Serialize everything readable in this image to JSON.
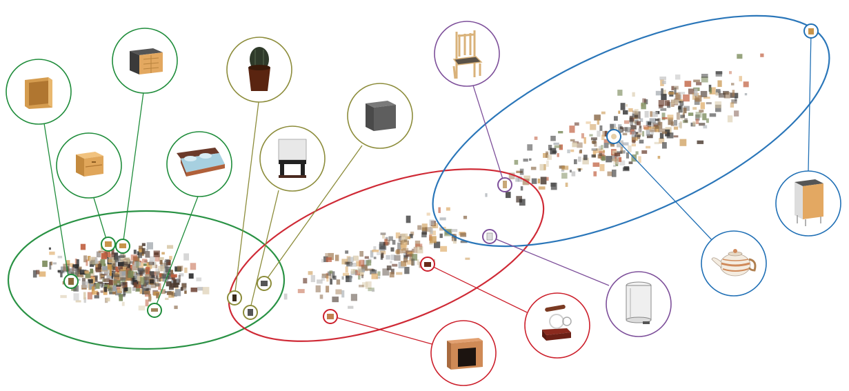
{
  "diagram": {
    "type": "embedding-scatter-with-callouts",
    "clusters": [
      {
        "name": "green",
        "color": "#1e8c3a"
      },
      {
        "name": "red",
        "color": "#cc1f2b"
      },
      {
        "name": "blue",
        "color": "#1f6fb5"
      }
    ],
    "callout_colors": {
      "green": "#1e8c3a",
      "olive": "#8c8c3a",
      "red": "#cc1f2b",
      "purple": "#7d4f9a",
      "blue": "#1f6fb5"
    },
    "callouts": [
      {
        "object": "open-shelf-cabinet",
        "color": "green"
      },
      {
        "object": "chest-of-drawers",
        "color": "green"
      },
      {
        "object": "nightstand",
        "color": "green"
      },
      {
        "object": "double-bed",
        "color": "green"
      },
      {
        "object": "potted-cactus",
        "color": "olive"
      },
      {
        "object": "table-lamp",
        "color": "olive"
      },
      {
        "object": "pouf-ottoman",
        "color": "olive"
      },
      {
        "object": "wooden-chair",
        "color": "purple"
      },
      {
        "object": "trash-bin",
        "color": "purple"
      },
      {
        "object": "retro-telephone",
        "color": "red"
      },
      {
        "object": "fireplace",
        "color": "red"
      },
      {
        "object": "teapot",
        "color": "blue"
      },
      {
        "object": "kitchen-cabinet",
        "color": "blue"
      }
    ]
  }
}
